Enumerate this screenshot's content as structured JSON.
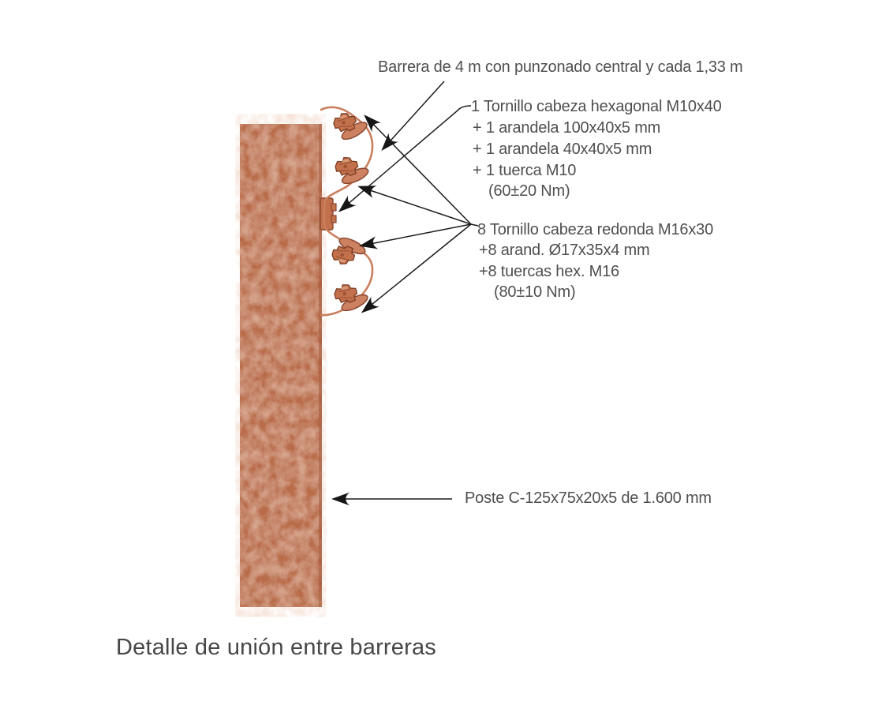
{
  "caption": "Detalle de unión entre barreras",
  "annotations": {
    "barrier": {
      "text": "Barrera de 4 m con punzonado central y cada 1,33 m"
    },
    "m10_bolt": {
      "lines": [
        "1 Tornillo cabeza hexagonal M10x40",
        "+ 1 arandela 100x40x5 mm",
        "+ 1 arandela 40x40x5 mm",
        "+ 1 tuerca M10",
        "(60±20 Nm)"
      ]
    },
    "m16_bolts": {
      "lines": [
        "8 Tornillo cabeza redonda M16x30",
        "+8 arand. Ø17x35x4 mm",
        "+8 tuercas hex. M16",
        "(80±10 Nm)"
      ]
    },
    "post": {
      "text": "Poste C-125x75x20x5 de 1.600 mm"
    }
  },
  "colors": {
    "post_fill": "#b96c48",
    "profile_stroke": "#c97f5e",
    "bolt_fill": "#c3714c",
    "line_color": "#1c1c1c",
    "text_color": "#4f4f4f"
  }
}
